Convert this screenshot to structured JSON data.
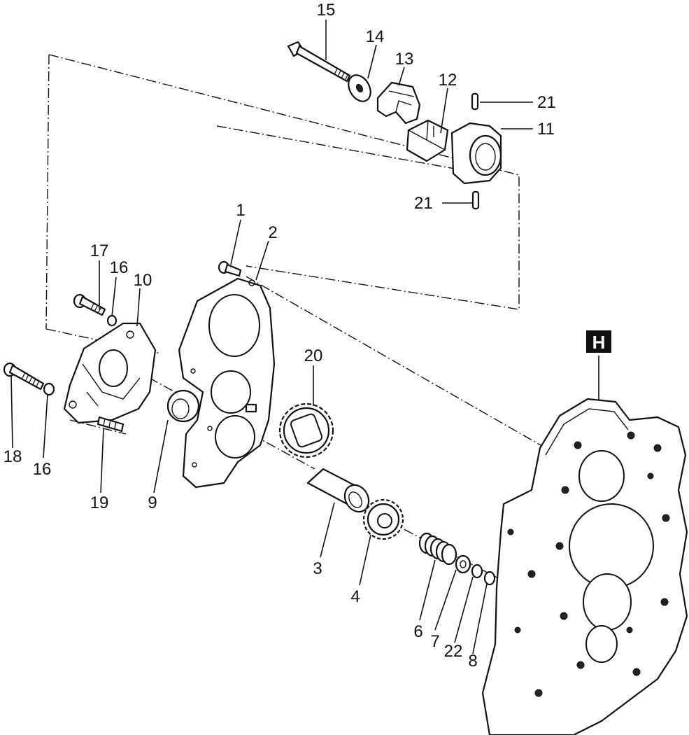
{
  "diagram": {
    "callouts": [
      {
        "id": "c15",
        "text": "15"
      },
      {
        "id": "c14",
        "text": "14"
      },
      {
        "id": "c13",
        "text": "13"
      },
      {
        "id": "c12",
        "text": "12"
      },
      {
        "id": "c21a",
        "text": "21"
      },
      {
        "id": "c11",
        "text": "11"
      },
      {
        "id": "c21b",
        "text": "21"
      },
      {
        "id": "c1",
        "text": "1"
      },
      {
        "id": "c2",
        "text": "2"
      },
      {
        "id": "c17",
        "text": "17"
      },
      {
        "id": "c16a",
        "text": "16"
      },
      {
        "id": "c10",
        "text": "10"
      },
      {
        "id": "c20",
        "text": "20"
      },
      {
        "id": "c18",
        "text": "18"
      },
      {
        "id": "c16b",
        "text": "16"
      },
      {
        "id": "c19",
        "text": "19"
      },
      {
        "id": "c9",
        "text": "9"
      },
      {
        "id": "c3",
        "text": "3"
      },
      {
        "id": "c4",
        "text": "4"
      },
      {
        "id": "c6",
        "text": "6"
      },
      {
        "id": "c7",
        "text": "7"
      },
      {
        "id": "c22",
        "text": "22"
      },
      {
        "id": "c8",
        "text": "8"
      }
    ],
    "section_badge": "H"
  }
}
